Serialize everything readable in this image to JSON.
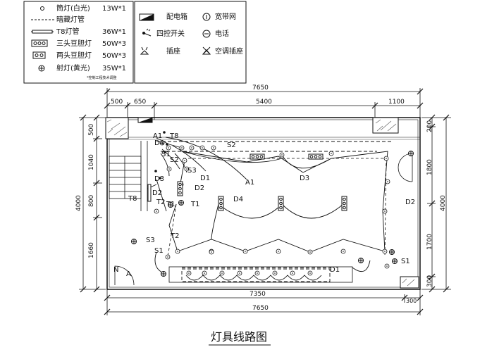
{
  "legend_left": [
    {
      "icon": "ceiling-lamp-icon",
      "label": "筒灯(白光)",
      "spec": "13W*1"
    },
    {
      "icon": "hidden-tube-icon",
      "label": "暗藏灯管",
      "spec": ""
    },
    {
      "icon": "t8-tube-icon",
      "label": "T8灯管",
      "spec": "36W*1"
    },
    {
      "icon": "triple-spotlight-icon",
      "label": "三头豆胆灯",
      "spec": "50W*3"
    },
    {
      "icon": "double-spotlight-icon",
      "label": "两头豆胆灯",
      "spec": "50W*3"
    },
    {
      "icon": "spotlight-icon",
      "label": "射灯(黄光)",
      "spec": "35W*1"
    }
  ],
  "legend_note": "*控制工程技术调整",
  "legend_right": [
    {
      "icon": "distribution-box-icon",
      "label": "配电箱"
    },
    {
      "icon": "broadband-icon",
      "label": "宽带网"
    },
    {
      "icon": "four-way-switch-icon",
      "label": "四控开关"
    },
    {
      "icon": "telephone-icon",
      "label": "电话"
    },
    {
      "icon": "socket-icon",
      "label": "插座"
    },
    {
      "icon": "ac-socket-icon",
      "label": "空调插座"
    }
  ],
  "dims": {
    "top_total": "7650",
    "top_segments": [
      "500",
      "650",
      "5400",
      "1100"
    ],
    "bottom_total": "7650",
    "bottom_segments": [
      "7350",
      "300"
    ],
    "left_total": "4000",
    "left_segments": [
      "500",
      "1040",
      "800",
      "1660"
    ],
    "right_total": "4000",
    "right_segments": [
      "200",
      "1800",
      "1700",
      "300"
    ]
  },
  "labels": [
    "A1",
    "T8",
    "D4",
    "S1",
    "S2",
    "S2",
    "S3",
    "D1",
    "A1",
    "D3",
    "D3",
    "D2",
    "D2",
    "T8",
    "T2",
    "T1",
    "T1",
    "D4",
    "D2",
    "T2",
    "S3",
    "S1",
    "D1",
    "S1",
    "N",
    "A"
  ],
  "title": "灯具线路图",
  "colors": {
    "line": "#111111",
    "paper": "#ffffff",
    "hatch": "#444444"
  }
}
